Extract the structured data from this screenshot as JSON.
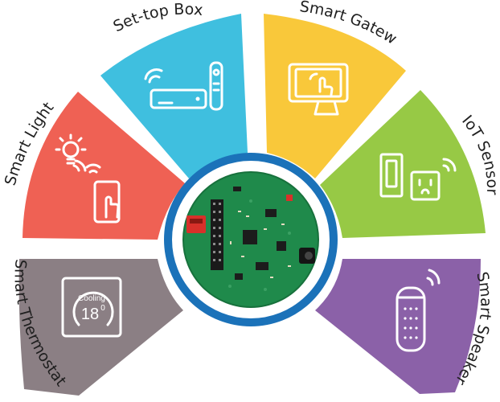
{
  "segments": [
    {
      "id": "set-top-box",
      "label": "Set-top Box",
      "color": "#3fbfdf"
    },
    {
      "id": "smart-gateway",
      "label": "Smart Gateway",
      "color": "#f9c83a"
    },
    {
      "id": "smart-light",
      "label": "Smart Light",
      "color": "#ef6154"
    },
    {
      "id": "iot-sensor",
      "label": "IoT Sensor",
      "color": "#97c945"
    },
    {
      "id": "smart-thermostat",
      "label": "Smart Thermostat",
      "color": "#8b7f84"
    },
    {
      "id": "smart-speaker",
      "label": "Smart Speaker",
      "color": "#8b61a8"
    }
  ],
  "thermostat": {
    "mode": "Cooling",
    "temperature": "18",
    "unit": "0"
  },
  "hub": {
    "ring_color": "#1b72b9",
    "board_color": "#1f8a4b"
  }
}
